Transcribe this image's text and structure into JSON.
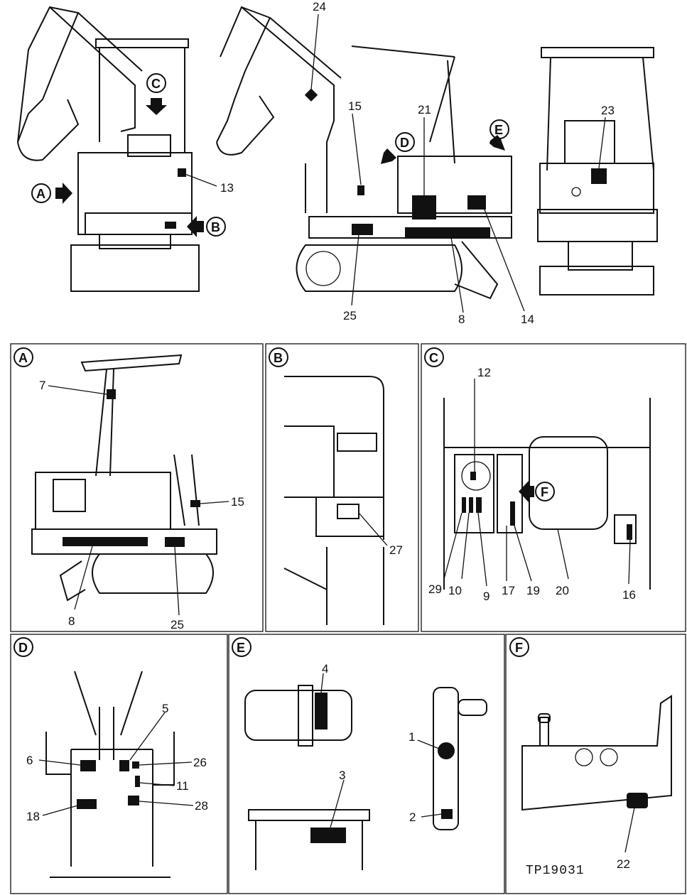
{
  "views": {
    "A": "A",
    "B": "B",
    "C": "C",
    "D": "D",
    "E": "E",
    "F": "F"
  },
  "labels": {
    "l1": "1",
    "l2": "2",
    "l3": "3",
    "l4": "4",
    "l5": "5",
    "l6": "6",
    "l7": "7",
    "l8": "8",
    "l9": "9",
    "l10": "10",
    "l11": "11",
    "l12": "12",
    "l13": "13",
    "l14": "14",
    "l15": "15",
    "l16": "16",
    "l17": "17",
    "l18": "18",
    "l19": "19",
    "l20": "20",
    "l21": "21",
    "l22": "22",
    "l23": "23",
    "l24": "24",
    "l25": "25",
    "l26": "26",
    "l27": "27",
    "l28": "28",
    "l29": "29"
  },
  "figure_code": "TP19031"
}
